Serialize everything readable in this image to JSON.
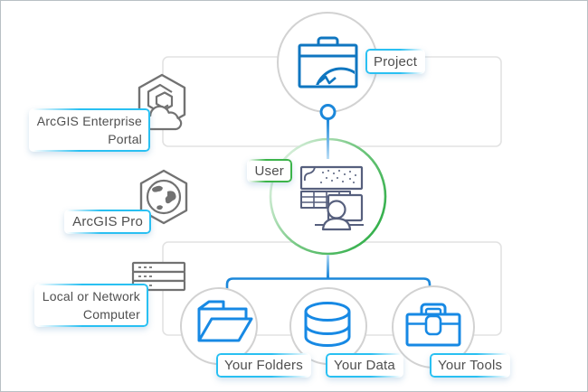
{
  "labels": {
    "project": "Project",
    "portal_line1": "ArcGIS Enterprise",
    "portal_line2": "Portal",
    "user": "User",
    "pro": "ArcGIS Pro",
    "computer_line1": "Local or Network",
    "computer_line2": "Computer",
    "folders": "Your Folders",
    "data": "Your Data",
    "tools": "Your Tools"
  },
  "icons": {
    "project_icon": "briefcase-with-globe",
    "portal_icon": "hexagon-spiral-with-cloud",
    "pro_icon": "hexagon-globe",
    "computer_icon": "server-stack",
    "user_icon": "person-at-workstation-with-map-and-table",
    "folders_icon": "open-folder",
    "data_icon": "database-cylinder",
    "tools_icon": "toolbox"
  },
  "colors": {
    "accent_cyan": "#29c0f2",
    "accent_green": "#3cb44a",
    "connector_blue": "#1b87da",
    "icon_blue": "#1789e4",
    "briefcase_blue": "#0f76c0",
    "workstation_slate": "#565f7d",
    "gray_icon": "#727272",
    "circle_gray": "#d2d2d2",
    "rect_gray": "#e2e2e2",
    "text": "#4f4f4f"
  }
}
